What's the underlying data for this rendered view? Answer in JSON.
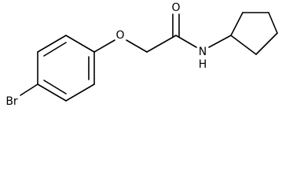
{
  "molecule": {
    "atoms": {
      "oxygen_ether": "O",
      "oxygen_carbonyl": "O",
      "nitrogen_amide": "N",
      "hydrogen_amide": "H",
      "bromine": "Br"
    }
  }
}
